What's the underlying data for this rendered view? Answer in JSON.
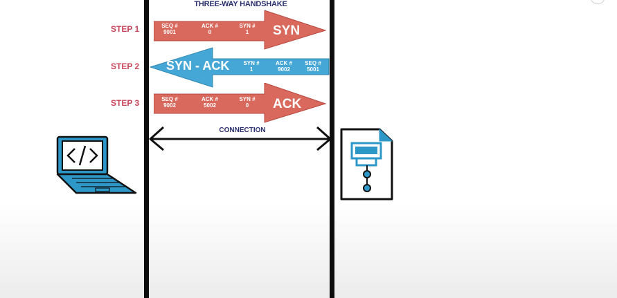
{
  "diagram": {
    "title": "THREE-WAY HANDSHAKE",
    "connection_label": "CONNECTION",
    "steps": [
      {
        "label": "STEP 1",
        "name": "SYN",
        "fields": [
          {
            "key": "SEQ #",
            "value": "9001"
          },
          {
            "key": "ACK #",
            "value": "0"
          },
          {
            "key": "SYN #",
            "value": "1"
          }
        ]
      },
      {
        "label": "STEP 2",
        "name": "SYN - ACK",
        "fields": [
          {
            "key": "SYN #",
            "value": "1"
          },
          {
            "key": "ACK #",
            "value": "9002"
          },
          {
            "key": "SEQ #",
            "value": "5001"
          }
        ]
      },
      {
        "label": "STEP 3",
        "name": "ACK",
        "fields": [
          {
            "key": "SEQ #",
            "value": "9002"
          },
          {
            "key": "ACK #",
            "value": "5002"
          },
          {
            "key": "SYN #",
            "value": "0"
          }
        ]
      }
    ],
    "colors": {
      "red_arrow": "#d9685d",
      "blue_arrow": "#45a7d6",
      "step_label": "#c8455a",
      "title": "#2a2f6e",
      "device_blue": "#2d97c8"
    },
    "icons": {
      "client": "laptop-code-icon",
      "server": "server-document-icon"
    }
  }
}
